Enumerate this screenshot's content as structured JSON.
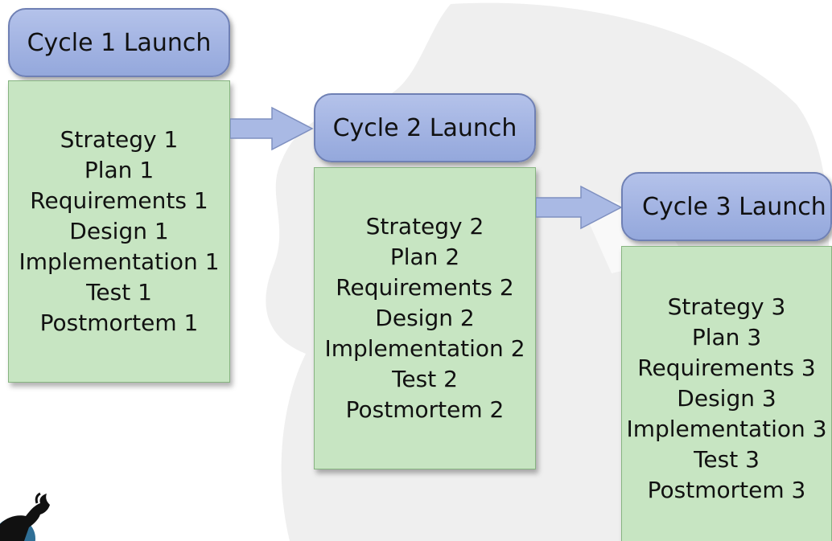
{
  "cycles": [
    {
      "launch": "Cycle 1 Launch",
      "steps": [
        "Strategy 1",
        "Plan 1",
        "Requirements 1",
        "Design 1",
        "Implementation 1",
        "Test 1",
        "Postmortem 1"
      ]
    },
    {
      "launch": "Cycle 2 Launch",
      "steps": [
        "Strategy 2",
        "Plan 2",
        "Requirements 2",
        "Design 2",
        "Implementation 2",
        "Test 2",
        "Postmortem 2"
      ]
    },
    {
      "launch": "Cycle 3 Launch",
      "steps": [
        "Strategy 3",
        "Plan 3",
        "Requirements 3",
        "Design 3",
        "Implementation 3",
        "Test 3",
        "Postmortem 3"
      ]
    }
  ],
  "colors": {
    "launch_fill": "#a2b3e2",
    "launch_border": "#6f80b4",
    "box_fill": "#c7e5c2",
    "box_border": "#87b481",
    "arrow_fill": "#a9b9e4",
    "watermark": "#efefef"
  },
  "icons": {
    "logo": "goat-logo-icon",
    "watermark": "watermark-shape"
  }
}
